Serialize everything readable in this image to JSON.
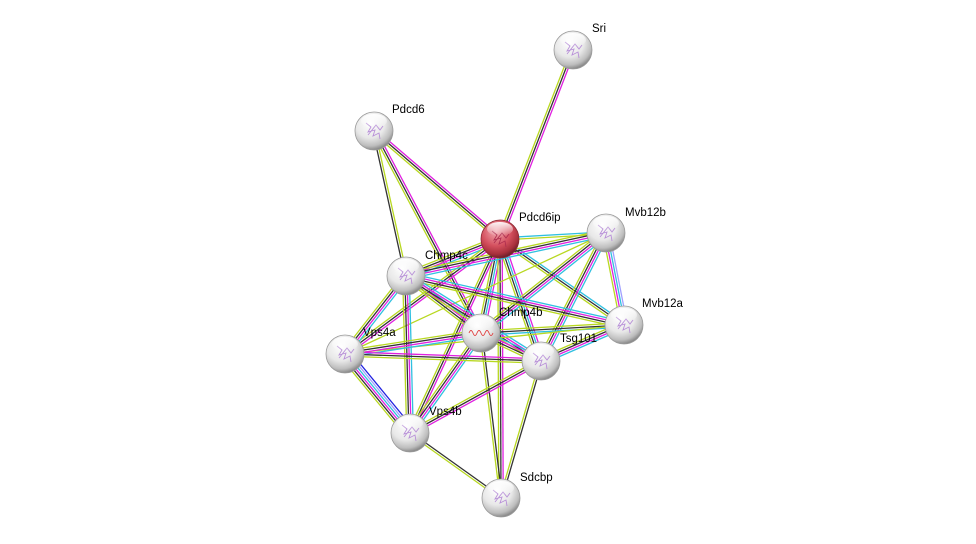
{
  "title": "Protein interaction network",
  "nodes": [
    {
      "id": "Sri",
      "label": "Sri",
      "color": "#e0e0e0",
      "icon": "protein-structure-icon"
    },
    {
      "id": "Pdcd6",
      "label": "Pdcd6",
      "color": "#e0e0e0",
      "icon": "protein-structure-icon"
    },
    {
      "id": "Pdcd6ip",
      "label": "Pdcd6ip",
      "color": "#d4505e",
      "icon": "protein-structure-icon",
      "query": true
    },
    {
      "id": "Mvb12b",
      "label": "Mvb12b",
      "color": "#e0e0e0",
      "icon": "protein-structure-icon"
    },
    {
      "id": "Chmp4c",
      "label": "Chmp4c",
      "color": "#e0e0e0",
      "icon": "protein-structure-icon"
    },
    {
      "id": "Mvb12a",
      "label": "Mvb12a",
      "color": "#e0e0e0",
      "icon": "protein-structure-icon"
    },
    {
      "id": "Chmp4b",
      "label": "Chmp4b",
      "color": "#e0e0e0",
      "icon": "helix-icon"
    },
    {
      "id": "Vps4a",
      "label": "Vps4a",
      "color": "#e0e0e0",
      "icon": "protein-structure-icon"
    },
    {
      "id": "Tsg101",
      "label": "Tsg101",
      "color": "#e0e0e0",
      "icon": "protein-structure-icon"
    },
    {
      "id": "Vps4b",
      "label": "Vps4b",
      "color": "#e0e0e0",
      "icon": "protein-structure-icon"
    },
    {
      "id": "Sdcbp",
      "label": "Sdcbp",
      "color": "#e0e0e0",
      "icon": "protein-structure-icon"
    }
  ],
  "edge_colors": {
    "experiments": "#e020e0",
    "database": "#30c0e0",
    "textmining": "#b8d820",
    "coexpression": "#333333",
    "homology": "#a0a0ff",
    "cooccurrence": "#2020e0"
  },
  "edges": [
    {
      "a": "Sri",
      "b": "Pdcd6ip",
      "types": [
        "experiments",
        "coexpression",
        "textmining"
      ]
    },
    {
      "a": "Pdcd6",
      "b": "Pdcd6ip",
      "types": [
        "experiments",
        "coexpression",
        "textmining"
      ]
    },
    {
      "a": "Pdcd6",
      "b": "Chmp4c",
      "types": [
        "textmining",
        "coexpression"
      ]
    },
    {
      "a": "Pdcd6",
      "b": "Chmp4b",
      "types": [
        "experiments",
        "coexpression",
        "textmining"
      ]
    },
    {
      "a": "Pdcd6ip",
      "b": "Mvb12b",
      "types": [
        "database",
        "textmining"
      ]
    },
    {
      "a": "Pdcd6ip",
      "b": "Chmp4c",
      "types": [
        "database",
        "experiments",
        "coexpression",
        "textmining"
      ]
    },
    {
      "a": "Pdcd6ip",
      "b": "Mvb12a",
      "types": [
        "database",
        "coexpression",
        "textmining"
      ]
    },
    {
      "a": "Pdcd6ip",
      "b": "Chmp4b",
      "types": [
        "experiments",
        "database",
        "coexpression",
        "textmining"
      ]
    },
    {
      "a": "Pdcd6ip",
      "b": "Vps4a",
      "types": [
        "experiments",
        "coexpression",
        "textmining"
      ]
    },
    {
      "a": "Pdcd6ip",
      "b": "Tsg101",
      "types": [
        "experiments",
        "database",
        "coexpression",
        "textmining"
      ]
    },
    {
      "a": "Pdcd6ip",
      "b": "Vps4b",
      "types": [
        "experiments",
        "coexpression",
        "textmining"
      ]
    },
    {
      "a": "Pdcd6ip",
      "b": "Sdcbp",
      "types": [
        "experiments",
        "coexpression",
        "textmining"
      ]
    },
    {
      "a": "Mvb12b",
      "b": "Chmp4c",
      "types": [
        "database",
        "experiments",
        "coexpression",
        "textmining"
      ]
    },
    {
      "a": "Mvb12b",
      "b": "Mvb12a",
      "types": [
        "homology",
        "database",
        "experiments",
        "textmining"
      ]
    },
    {
      "a": "Mvb12b",
      "b": "Chmp4b",
      "types": [
        "database",
        "experiments",
        "coexpression",
        "textmining"
      ]
    },
    {
      "a": "Mvb12b",
      "b": "Tsg101",
      "types": [
        "database",
        "experiments",
        "coexpression",
        "textmining"
      ]
    },
    {
      "a": "Mvb12b",
      "b": "Vps4a",
      "types": [
        "textmining"
      ]
    },
    {
      "a": "Chmp4c",
      "b": "Mvb12a",
      "types": [
        "database",
        "experiments",
        "coexpression",
        "textmining"
      ]
    },
    {
      "a": "Chmp4c",
      "b": "Chmp4b",
      "types": [
        "database",
        "experiments",
        "coexpression",
        "textmining"
      ]
    },
    {
      "a": "Chmp4c",
      "b": "Vps4a",
      "types": [
        "database",
        "experiments",
        "coexpression",
        "textmining"
      ]
    },
    {
      "a": "Chmp4c",
      "b": "Tsg101",
      "types": [
        "database",
        "experiments",
        "coexpression",
        "textmining"
      ]
    },
    {
      "a": "Chmp4c",
      "b": "Vps4b",
      "types": [
        "database",
        "experiments",
        "coexpression",
        "textmining"
      ]
    },
    {
      "a": "Mvb12a",
      "b": "Chmp4b",
      "types": [
        "database",
        "coexpression",
        "textmining"
      ]
    },
    {
      "a": "Mvb12a",
      "b": "Tsg101",
      "types": [
        "database",
        "experiments",
        "coexpression",
        "textmining"
      ]
    },
    {
      "a": "Mvb12a",
      "b": "Vps4a",
      "types": [
        "textmining"
      ]
    },
    {
      "a": "Chmp4b",
      "b": "Vps4a",
      "types": [
        "database",
        "experiments",
        "coexpression",
        "textmining"
      ]
    },
    {
      "a": "Chmp4b",
      "b": "Tsg101",
      "types": [
        "database",
        "experiments",
        "coexpression",
        "textmining"
      ]
    },
    {
      "a": "Chmp4b",
      "b": "Vps4b",
      "types": [
        "database",
        "experiments",
        "coexpression",
        "textmining"
      ]
    },
    {
      "a": "Chmp4b",
      "b": "Sdcbp",
      "types": [
        "coexpression",
        "textmining"
      ]
    },
    {
      "a": "Vps4a",
      "b": "Tsg101",
      "types": [
        "experiments",
        "coexpression",
        "textmining"
      ]
    },
    {
      "a": "Vps4a",
      "b": "Vps4b",
      "types": [
        "cooccurrence",
        "homology",
        "database",
        "experiments",
        "coexpression",
        "textmining"
      ]
    },
    {
      "a": "Tsg101",
      "b": "Vps4b",
      "types": [
        "experiments",
        "coexpression",
        "textmining"
      ]
    },
    {
      "a": "Tsg101",
      "b": "Sdcbp",
      "types": [
        "coexpression",
        "textmining"
      ]
    },
    {
      "a": "Vps4b",
      "b": "Sdcbp",
      "types": [
        "coexpression",
        "textmining"
      ]
    }
  ]
}
